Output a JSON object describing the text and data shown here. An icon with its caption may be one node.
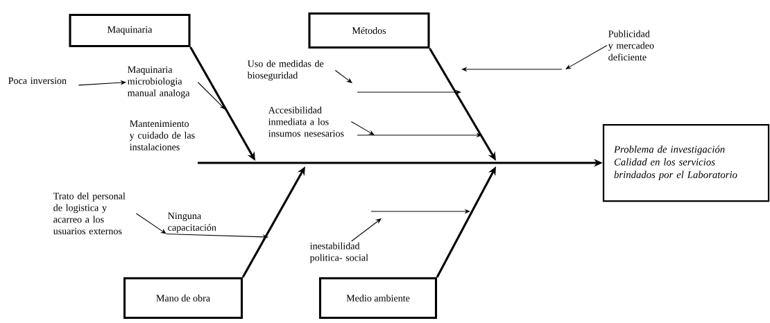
{
  "diagram": {
    "nodes": [
      {
        "text": [
          "Maquinaria"
        ]
      },
      {
        "text": [
          "Métodos"
        ]
      },
      {
        "text": [
          "Mano de obra"
        ]
      },
      {
        "text": [
          "Medio ambiente"
        ]
      },
      {
        "text": [
          "Problema de investigación",
          "Calidad en los servicios brindados por el Laboratorio"
        ]
      },
      {
        "text": [
          "Poca inversion"
        ]
      },
      {
        "text": [
          "Maquinaria microbiologia manual analoga"
        ]
      },
      {
        "text": [
          "Uso de medidas de bioseguridad"
        ]
      },
      {
        "text": [
          "Accesibilidad inmediata a los insumos nesesarios"
        ]
      },
      {
        "text": [
          "Publicidad y mercadeo deficiente"
        ]
      },
      {
        "text": [
          "Trato del personal de logistica y acarreo a los usuarios externos"
        ]
      },
      {
        "text": [
          "Ninguna capacitación"
        ]
      },
      {
        "text": [
          "inestabilidad politica- social"
        ]
      }
    ],
    "edges": [
      {
        "from": null,
        "to": 4,
        "arrow": "to",
        "style": "thick"
      },
      {
        "from": 0,
        "to": null,
        "arrow": "to",
        "style": "thick"
      },
      {
        "from": 1,
        "to": null,
        "arrow": "to",
        "style": "thick"
      },
      {
        "from": 2,
        "to": null,
        "arrow": "to",
        "style": "thick"
      },
      {
        "from": 3,
        "to": null,
        "arrow": "to",
        "style": "thick"
      },
      {
        "from": 5,
        "to": 6,
        "arrow": "to"
      },
      {
        "from": 6,
        "to": null,
        "arrow": "to"
      },
      {
        "from": 7,
        "to": null,
        "arrow": "to"
      },
      {
        "from": 8,
        "to": null,
        "arrow": "to"
      },
      {
        "from": 9,
        "to": null,
        "arrow": "to"
      },
      {
        "from": 10,
        "to": 11,
        "arrow": "to"
      },
      {
        "from": 11,
        "to": null,
        "arrow": "to"
      },
      {
        "from": 12,
        "to": null,
        "arrow": "to"
      }
    ],
    "labels": [
      "Mantenimiento y cuidado de las instalaciones"
    ]
  }
}
